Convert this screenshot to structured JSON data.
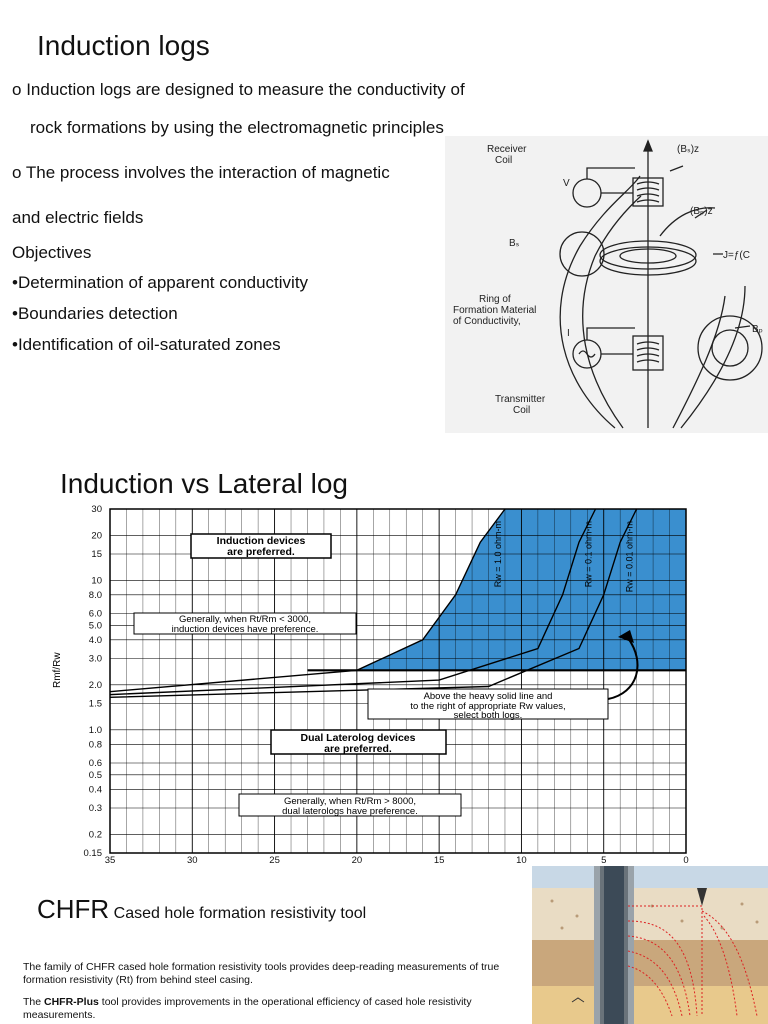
{
  "section1": {
    "title": "Induction logs",
    "bullet1_marker": "o",
    "bullet1_line1": "Induction logs are designed to measure the conductivity of",
    "bullet1_line2": "rock formations by using the electromagnetic principles",
    "bullet2_marker": "o",
    "bullet2_line1": "The process involves the interaction of magnetic",
    "bullet2_line2": "and electric fields",
    "objectives_heading": "Objectives",
    "objectives": [
      "•Determination of apparent conductivity",
      "•Boundaries detection",
      "•Identification of oil-saturated zones"
    ]
  },
  "diagram": {
    "receiver": "Receiver",
    "receiver2": "Coil",
    "bs_z": "(Bₛ)z",
    "v": "V",
    "bp_z": "(Bₚ)z",
    "bs": "Bₛ",
    "j": "J=ƒ(C",
    "ring1": "Ring of",
    "ring2": "Formation Material",
    "ring3": "of Conductivity,",
    "i": "I",
    "bp": "Bₚ",
    "transmitter1": "Transmitter",
    "transmitter2": "Coil"
  },
  "section2": {
    "title": "Induction vs Lateral log"
  },
  "chart_data": {
    "type": "line",
    "title": "",
    "xlabel": "",
    "ylabel": "Rmf/Rw",
    "x_ticks": [
      "35",
      "30",
      "25",
      "20",
      "15",
      "10",
      "5",
      "0"
    ],
    "x_range": [
      35,
      0
    ],
    "y_scale": "log",
    "y_ticks": [
      "30",
      "20",
      "15",
      "10",
      "8.0",
      "6.0",
      "5.0",
      "4.0",
      "3.0",
      "2.0",
      "1.5",
      "1.0",
      "0.8",
      "0.6",
      "0.5",
      "0.4",
      "0.3",
      "0.2",
      "0.15"
    ],
    "y_range": [
      0.15,
      30
    ],
    "grid": true,
    "series": [
      {
        "name": "Rw = 1.0 ohm-m",
        "x": [
          35,
          20,
          16,
          14,
          12.5,
          11
        ],
        "y": [
          1.8,
          2.5,
          4,
          8,
          18,
          30
        ]
      },
      {
        "name": "Rw = 0.1 ohm-m",
        "x": [
          35,
          15,
          9,
          7.5,
          6.5,
          5.5
        ],
        "y": [
          1.72,
          2.15,
          3.5,
          8,
          18,
          30
        ]
      },
      {
        "name": "Rw = 0.01 ohm-m",
        "x": [
          35,
          12,
          6.5,
          5,
          4,
          3
        ],
        "y": [
          1.65,
          1.95,
          3.5,
          8,
          18,
          30
        ]
      }
    ],
    "heavy_line_y": 2.5,
    "heavy_line_x_from": 23,
    "annotations": [
      {
        "text": "Induction devices",
        "text2": "are preferred."
      },
      {
        "text": "Generally, when Rt/Rm < 3000,",
        "text2": "induction devices have preference."
      },
      {
        "text": "Above the heavy solid line and",
        "text2": "to the right of appropriate Rw values,",
        "text3": "select both logs."
      },
      {
        "text": "Dual Laterolog devices",
        "text2": "are preferred."
      },
      {
        "text": "Generally, when Rt/Rm > 8000,",
        "text2": "dual laterologs have preference."
      }
    ],
    "shading_color": "#3a8fcf"
  },
  "section3": {
    "title_big": "CHFR",
    "title_small": "Cased hole formation resistivity tool",
    "para1": "The family of CHFR cased hole formation resistivity tools provides deep-reading measurements of true formation resistivity (Rt) from behind steel casing.",
    "para2_prefix": "The ",
    "para2_bold": "CHFR-Plus",
    "para2_rest": " tool provides improvements in the operational efficiency of cased hole resistivity measurements."
  }
}
